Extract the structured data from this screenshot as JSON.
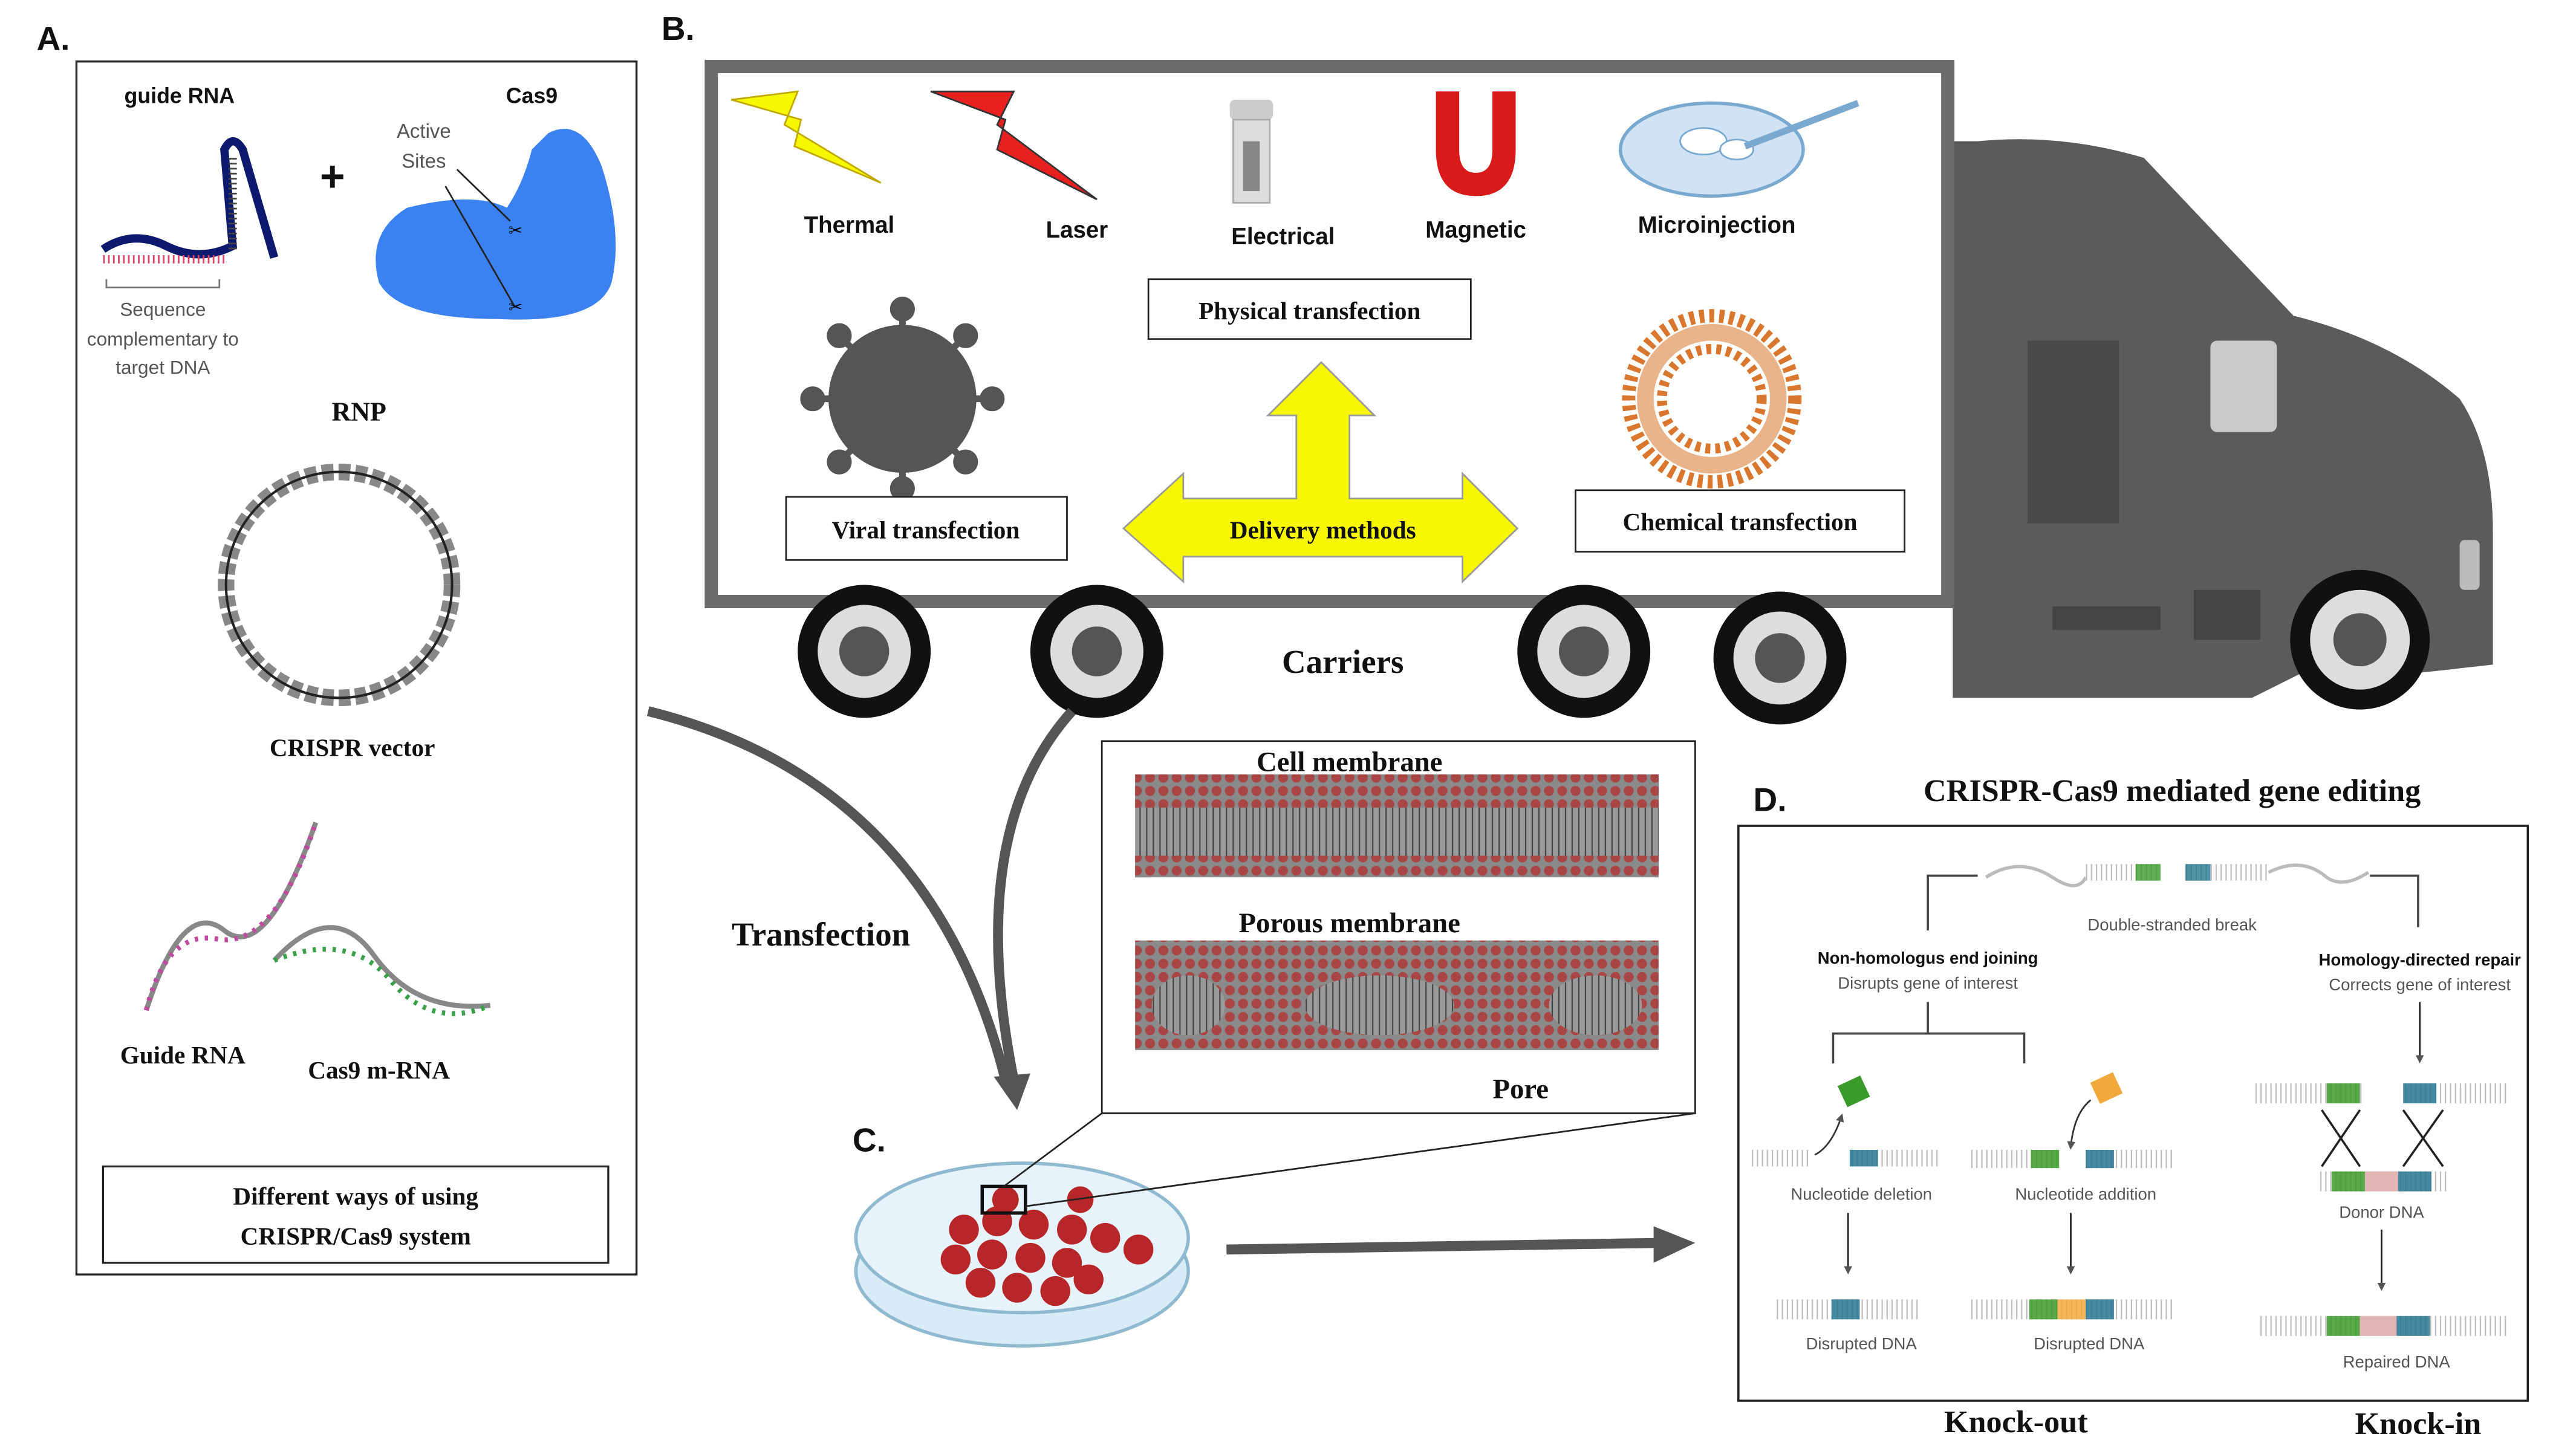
{
  "panel_a": {
    "label": "A.",
    "guide_rna_title": "guide RNA",
    "cas9_title": "Cas9",
    "active_sites": [
      "Active",
      "Sites"
    ],
    "sequence_note": [
      "Sequence",
      "complementary to",
      "target DNA"
    ],
    "rnp": "RNP",
    "crispr_vector": "CRISPR vector",
    "guide_rna": "Guide RNA",
    "cas9_mrna": "Cas9 m-RNA",
    "caption": [
      "Different ways of using",
      "CRISPR/Cas9 system"
    ]
  },
  "panel_b": {
    "label": "B.",
    "physical_methods": [
      "Thermal",
      "Laser",
      "Electrical",
      "Magnetic",
      "Microinjection"
    ],
    "physical_transfection": "Physical transfection",
    "viral_transfection": "Viral transfection",
    "delivery_methods": "Delivery methods",
    "chemical_transfection": "Chemical transfection",
    "carriers": "Carriers"
  },
  "transfection": "Transfection",
  "membranes": {
    "cell_membrane": "Cell membrane",
    "porous_membrane": "Porous membrane",
    "pore": "Pore"
  },
  "panel_c": {
    "label": "C."
  },
  "panel_d": {
    "label": "D.",
    "title": "CRISPR-Cas9 mediated gene editing",
    "double_stranded_break": "Double-stranded break",
    "nhej_title": "Non-homologus end joining",
    "nhej_sub": "Disrupts gene of interest",
    "hdr_title": "Homology-directed repair",
    "hdr_sub": "Corrects gene of interest",
    "nucleotide_deletion": "Nucleotide deletion",
    "nucleotide_addition": "Nucleotide addition",
    "donor_dna": "Donor DNA",
    "disrupted_dna_1": "Disrupted DNA",
    "disrupted_dna_2": "Disrupted DNA",
    "repaired_dna": "Repaired DNA",
    "knock_out": "Knock-out",
    "knock_in": "Knock-in"
  },
  "colors": {
    "cas9_blue": "#3b82f0",
    "guide_rna_navy": "#0d1a6e",
    "arrow_yellow": "#f7f700",
    "truck_gray": "#5b5b5b",
    "membrane_red": "#9c3b3b",
    "lipid_orange": "#d9772e",
    "dna_green": "#3a9a2a",
    "dna_teal": "#24768f",
    "dna_orange": "#f2a93b",
    "dna_pink": "#e3b4b4"
  }
}
